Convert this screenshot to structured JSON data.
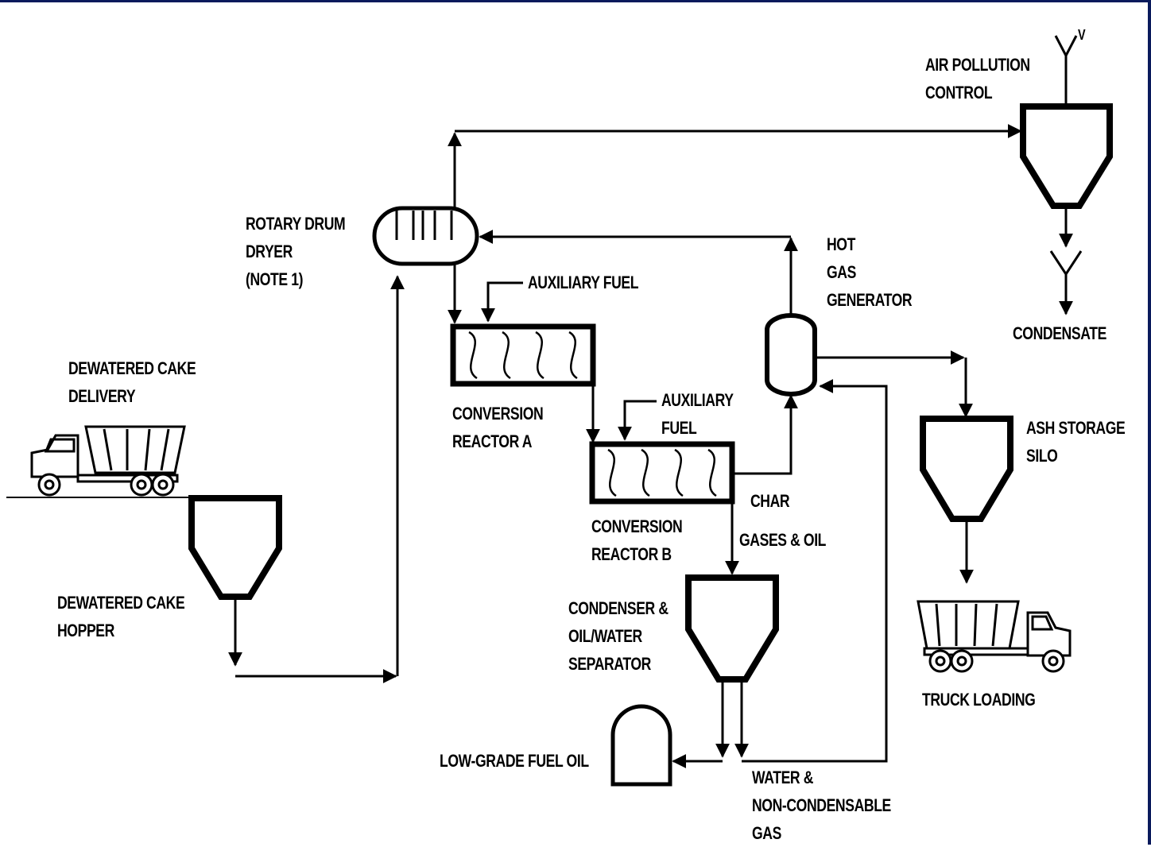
{
  "diagram": {
    "labels": {
      "air_pollution_control": [
        "AIR POLLUTION",
        "CONTROL"
      ],
      "vent": "V",
      "rotary_drum_dryer": [
        "ROTARY DRUM",
        "DRYER",
        "(NOTE 1)"
      ],
      "hot_gas_generator": [
        "HOT",
        "GAS",
        "GENERATOR"
      ],
      "auxiliary_fuel_a": "AUXILIARY FUEL",
      "condensate": "CONDENSATE",
      "dewatered_cake_delivery": [
        "DEWATERED CAKE",
        "DELIVERY"
      ],
      "conversion_reactor_a": [
        "CONVERSION",
        "REACTOR A"
      ],
      "auxiliary_fuel_b": [
        "AUXILIARY",
        "FUEL"
      ],
      "ash_storage_silo": [
        "ASH STORAGE",
        "SILO"
      ],
      "char": "CHAR",
      "conversion_reactor_b": [
        "CONVERSION",
        "REACTOR B"
      ],
      "gases_oil": "GASES & OIL",
      "dewatered_cake_hopper": [
        "DEWATERED CAKE",
        "HOPPER"
      ],
      "condenser_separator": [
        "CONDENSER &",
        "OIL/WATER",
        "SEPARATOR"
      ],
      "truck_loading": "TRUCK LOADING",
      "low_grade_fuel_oil": "LOW-GRADE FUEL OIL",
      "water_gas": [
        "WATER &",
        "NON-CONDENSABLE",
        "GAS"
      ]
    },
    "colors": {
      "line": "#000000",
      "frame_accent": "#0a1a5c"
    }
  }
}
